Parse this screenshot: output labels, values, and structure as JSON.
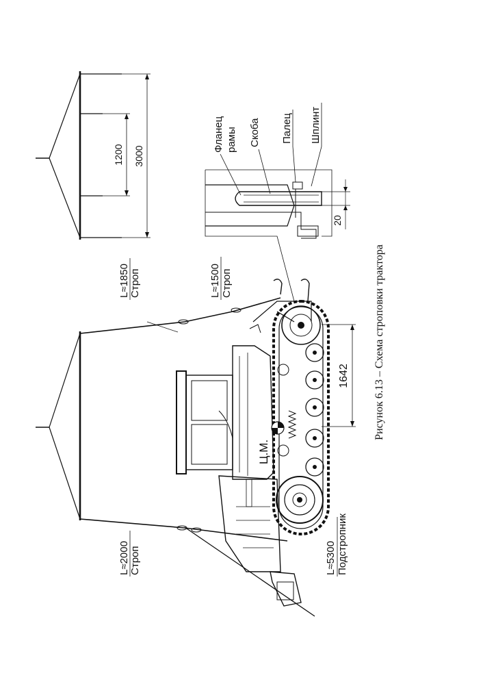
{
  "figure": {
    "caption": "Рисунок 6.13 – Схема строповки трактора"
  },
  "spreader_top": {
    "dim_inner": "1200",
    "dim_outer": "3000"
  },
  "slings": {
    "front_length": "L≈1850",
    "front_label": "Строп",
    "rear_length": "L≈1500",
    "rear_label": "Строп",
    "left_length": "L≈2000",
    "left_label": "Строп",
    "under_length": "L≈5300",
    "under_label": "Подстропник"
  },
  "detail": {
    "flange_line1": "Фланец",
    "flange_line2": "рамы",
    "bracket": "Скоба",
    "pin": "Палец",
    "cotter": "Шплинт",
    "gap": "20"
  },
  "tractor": {
    "track_dim": "1642",
    "center_mass": "Ц.М."
  }
}
